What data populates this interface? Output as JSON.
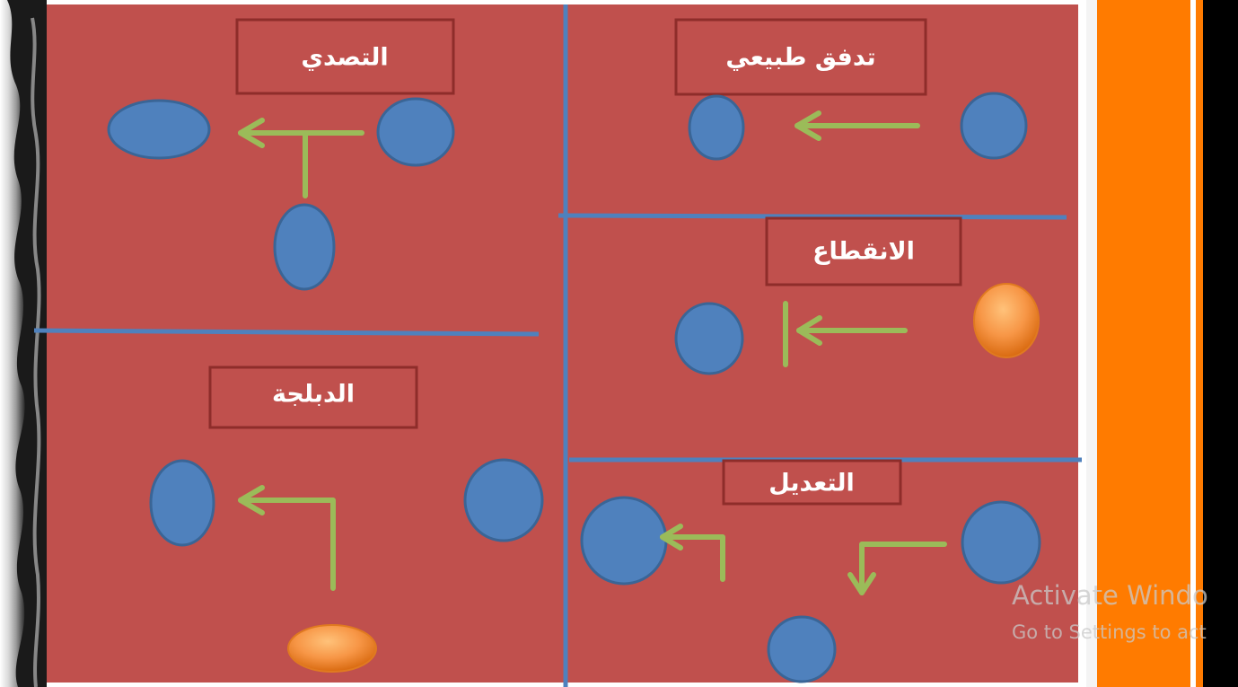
{
  "colors": {
    "panel_fill": "#c0504d",
    "label_box_stroke": "#8e2d2a",
    "node_fill": "#4f81bd",
    "node_stroke": "#3a6596",
    "signal_node_fill": "#f79646",
    "arrow_color": "#9bbb59",
    "divider_color": "#4f81bd",
    "side_band_orange": "#ff7b00"
  },
  "panels": {
    "normal_flow": {
      "title": "تدفق طبيعي"
    },
    "interruption": {
      "title": "الانقطاع"
    },
    "modification": {
      "title": "التعديل"
    },
    "interception": {
      "title": "التصدي"
    },
    "fabrication": {
      "title": "الدبلجة"
    }
  },
  "watermark": {
    "line1": "Activate Windo",
    "line2": "Go to Settings to act"
  }
}
